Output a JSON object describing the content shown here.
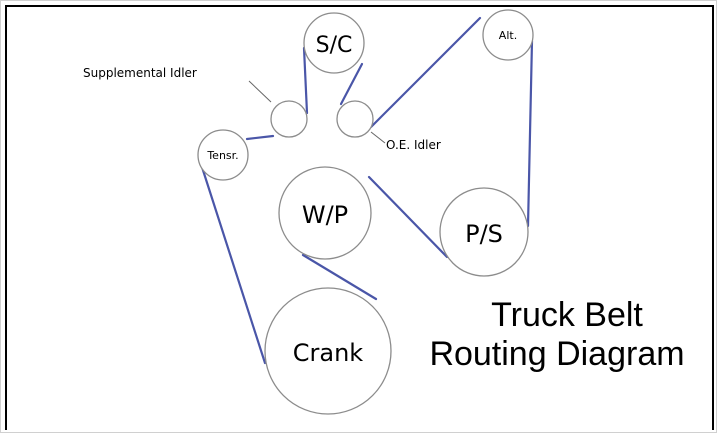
{
  "diagram": {
    "title_line1": "Truck Belt",
    "title_line2": "Routing Diagram",
    "pulleys": {
      "supercharger": "S/C",
      "alternator": "Alt.",
      "tensioner": "Tensr.",
      "water_pump": "W/P",
      "power_steering": "P/S",
      "crank": "Crank"
    },
    "callouts": {
      "supplemental_idler": "Supplemental Idler",
      "oe_idler": "O.E. Idler"
    },
    "colors": {
      "belt": "#4a56a8",
      "pulley_outline": "#8c8c8c",
      "frame": "#000000"
    }
  }
}
